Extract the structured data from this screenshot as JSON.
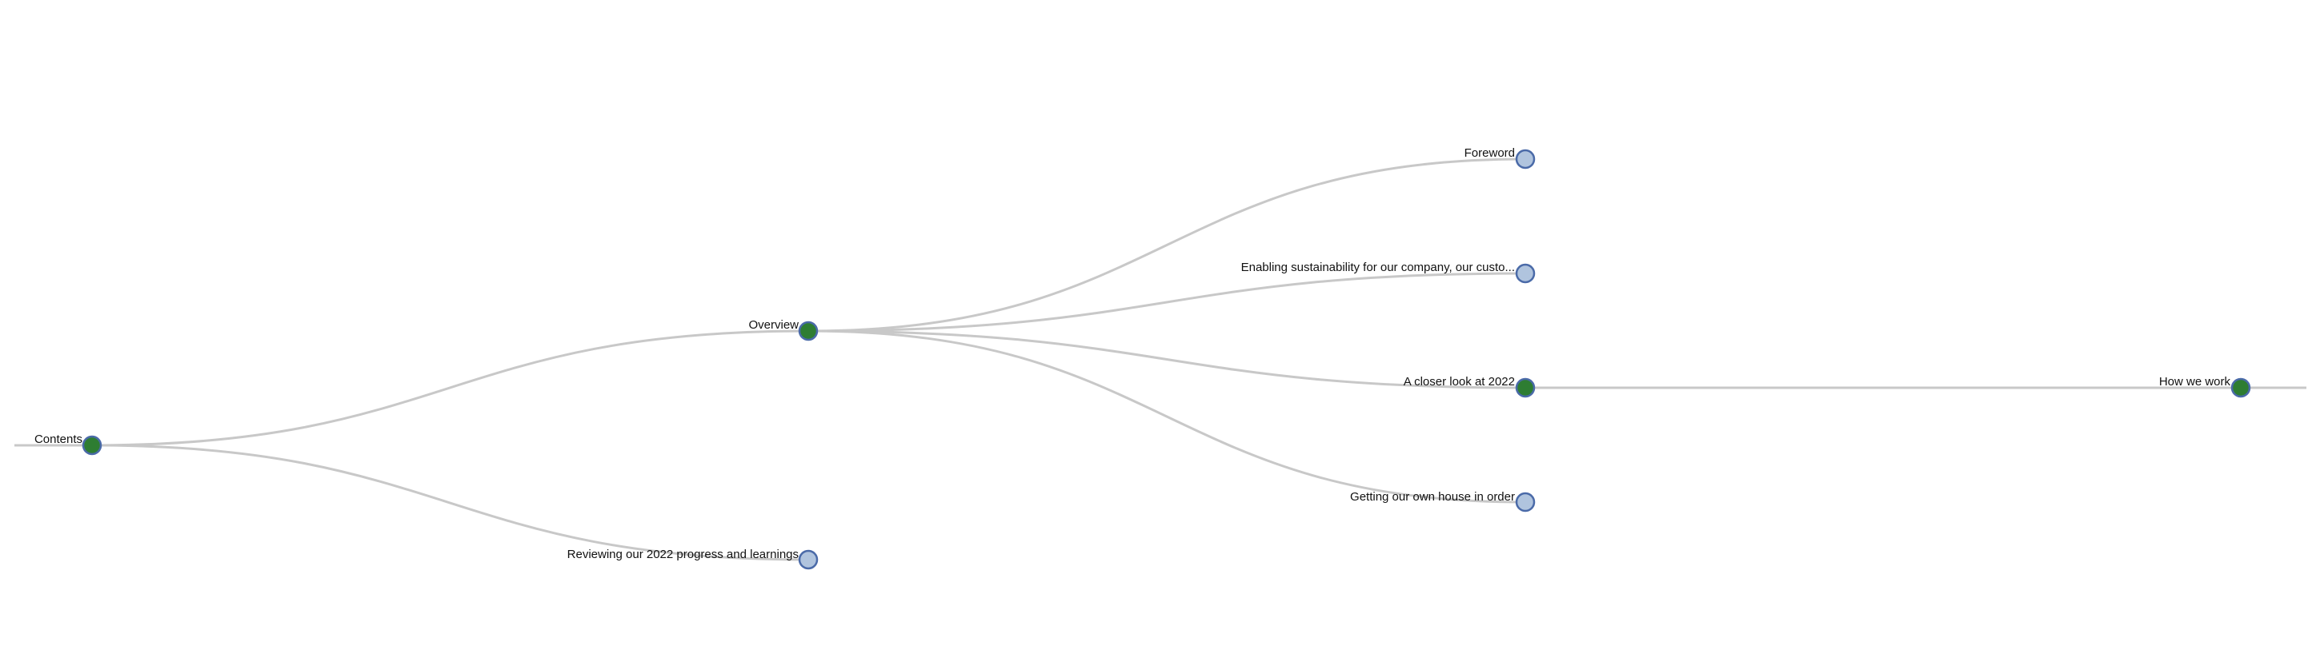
{
  "tree": {
    "colors": {
      "link": "#c8c8c8",
      "expanded_node": "#2e7d32",
      "collapsed_node": "#b0c4de",
      "node_stroke": "#4a6aa8"
    },
    "nodes": [
      {
        "id": "contents",
        "label": "Contents",
        "state": "expanded"
      },
      {
        "id": "overview",
        "label": "Overview",
        "state": "expanded",
        "parent": "contents"
      },
      {
        "id": "reviewing",
        "label": "Reviewing our 2022 progress and learnings",
        "state": "collapsed",
        "parent": "contents"
      },
      {
        "id": "foreword",
        "label": "Foreword",
        "state": "collapsed",
        "parent": "overview"
      },
      {
        "id": "enabling",
        "label": "Enabling sustainability for our company, our custo...",
        "state": "collapsed",
        "parent": "overview"
      },
      {
        "id": "closer-look",
        "label": "A closer look at 2022",
        "state": "expanded",
        "parent": "overview"
      },
      {
        "id": "own-house",
        "label": "Getting our own house in order",
        "state": "collapsed",
        "parent": "overview"
      },
      {
        "id": "how-we-work",
        "label": "How we work",
        "state": "expanded",
        "parent": "closer-look"
      }
    ]
  }
}
